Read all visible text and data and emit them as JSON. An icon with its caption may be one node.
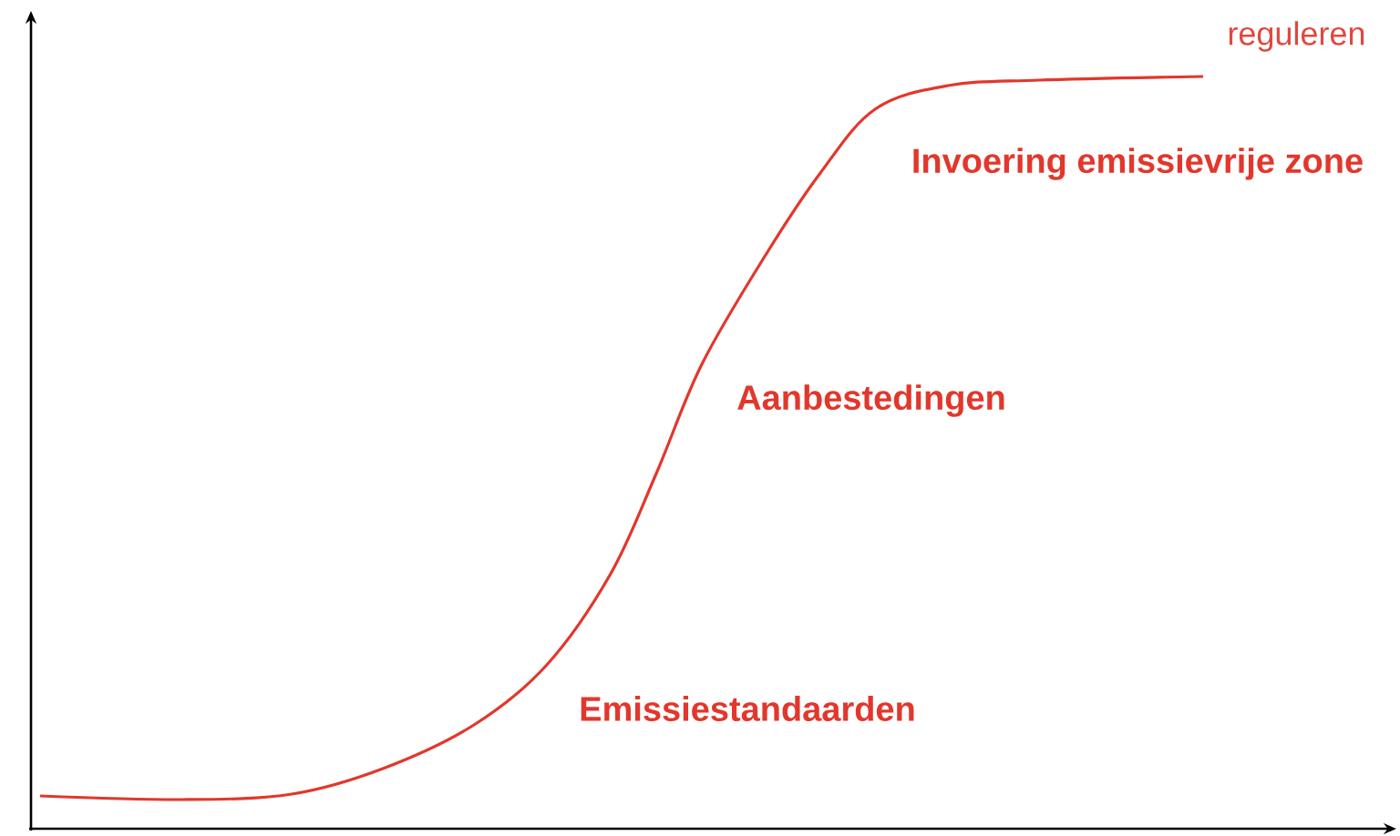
{
  "diagram": {
    "labels": [
      "reguleren",
      "Invoering emissievrije zone",
      "Aanbestedingen",
      "Emissiestandaarden"
    ]
  }
}
